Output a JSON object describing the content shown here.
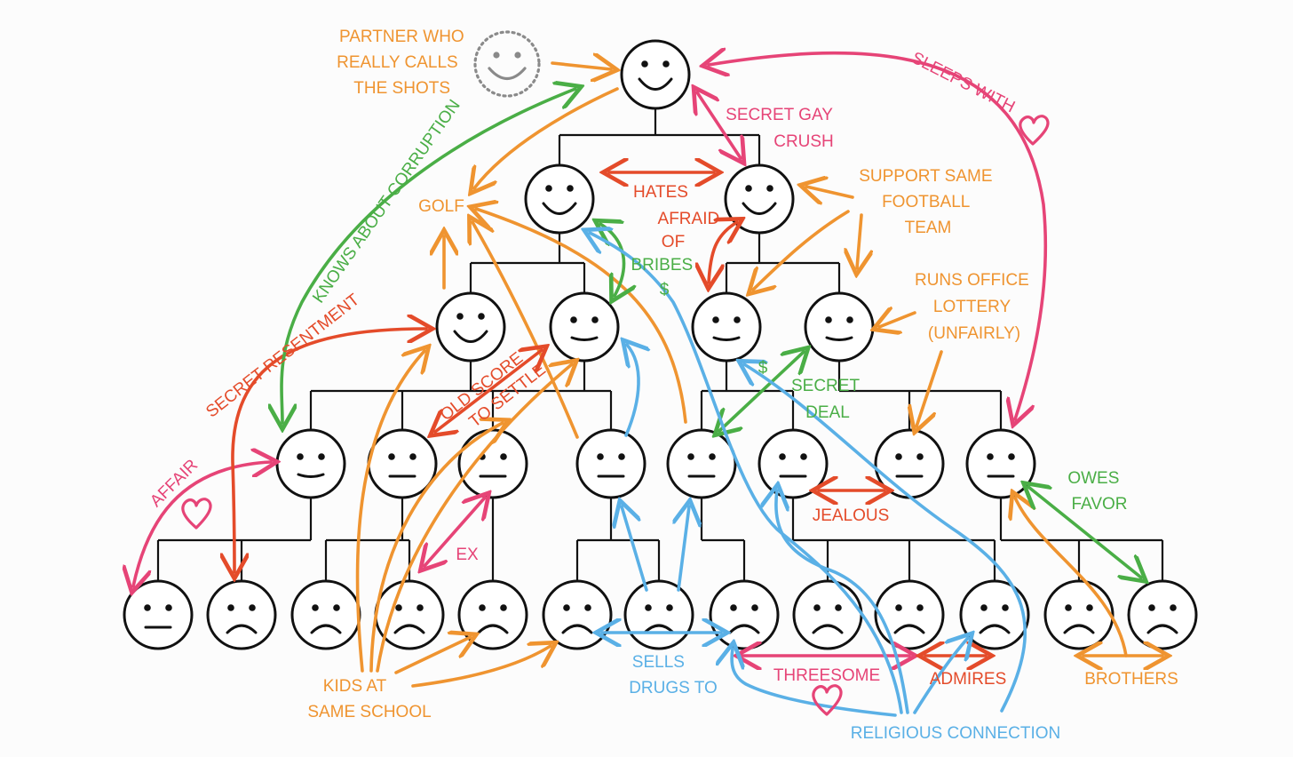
{
  "colors": {
    "orange": "#ef9430",
    "pink": "#e64477",
    "red": "#e44b2a",
    "green": "#4aae46",
    "blue": "#5ab0e6",
    "gray": "#8a8a8a"
  },
  "faces": [
    {
      "expr": "smile"
    },
    {
      "expr": "smile"
    },
    {
      "expr": "smile"
    },
    {
      "expr": "smile"
    },
    {
      "expr": "mild"
    },
    {
      "expr": "mild"
    },
    {
      "expr": "mild"
    },
    {
      "expr": "mild"
    },
    {
      "expr": "neutral"
    },
    {
      "expr": "neutral"
    },
    {
      "expr": "neutral"
    },
    {
      "expr": "neutral"
    },
    {
      "expr": "neutral"
    },
    {
      "expr": "neutral"
    },
    {
      "expr": "neutral"
    },
    {
      "expr": "neutral"
    },
    {
      "expr": "frown"
    },
    {
      "expr": "frown"
    },
    {
      "expr": "frown"
    },
    {
      "expr": "frown"
    },
    {
      "expr": "frown"
    },
    {
      "expr": "frown"
    },
    {
      "expr": "frown"
    },
    {
      "expr": "frown"
    },
    {
      "expr": "frown"
    },
    {
      "expr": "frown"
    },
    {
      "expr": "frown"
    },
    {
      "expr": "frown"
    },
    {
      "expr": "frown"
    }
  ],
  "labels": {
    "partner": [
      "PARTNER WHO",
      "REALLY CALLS",
      "THE SHOTS"
    ],
    "secret_gay_crush": [
      "SECRET GAY",
      "CRUSH"
    ],
    "sleeps_with": "SLEEPS WITH",
    "knows_about_corruption": "KNOWS ABOUT CORRUPTION",
    "golf": "GOLF",
    "hates": "HATES",
    "afraid_of_bribes": [
      "AFRAID",
      "OF",
      "BRIBES"
    ],
    "dollar": "$",
    "support_same_team": [
      "SUPPORT SAME",
      "FOOTBALL",
      "TEAM"
    ],
    "runs_office_lottery": [
      "RUNS OFFICE",
      "LOTTERY",
      "(UNFAIRLY)"
    ],
    "secret_resentment": "SECRET RESENTMENT",
    "old_score": [
      "OLD SCORE",
      "TO SETTLE"
    ],
    "secret_deal": [
      "SECRET",
      "DEAL"
    ],
    "affair": "AFFAIR",
    "jealous": "JEALOUS",
    "owes_favor": [
      "OWES",
      "FAVOR"
    ],
    "ex": "EX",
    "sells_drugs_to": [
      "SELLS",
      "DRUGS TO"
    ],
    "threesome": "THREESOME",
    "admires": "ADMIRES",
    "brothers": "BROTHERS",
    "kids_at_same_school": [
      "KIDS AT",
      "SAME SCHOOL"
    ],
    "religious_connection": "RELIGIOUS CONNECTION"
  }
}
